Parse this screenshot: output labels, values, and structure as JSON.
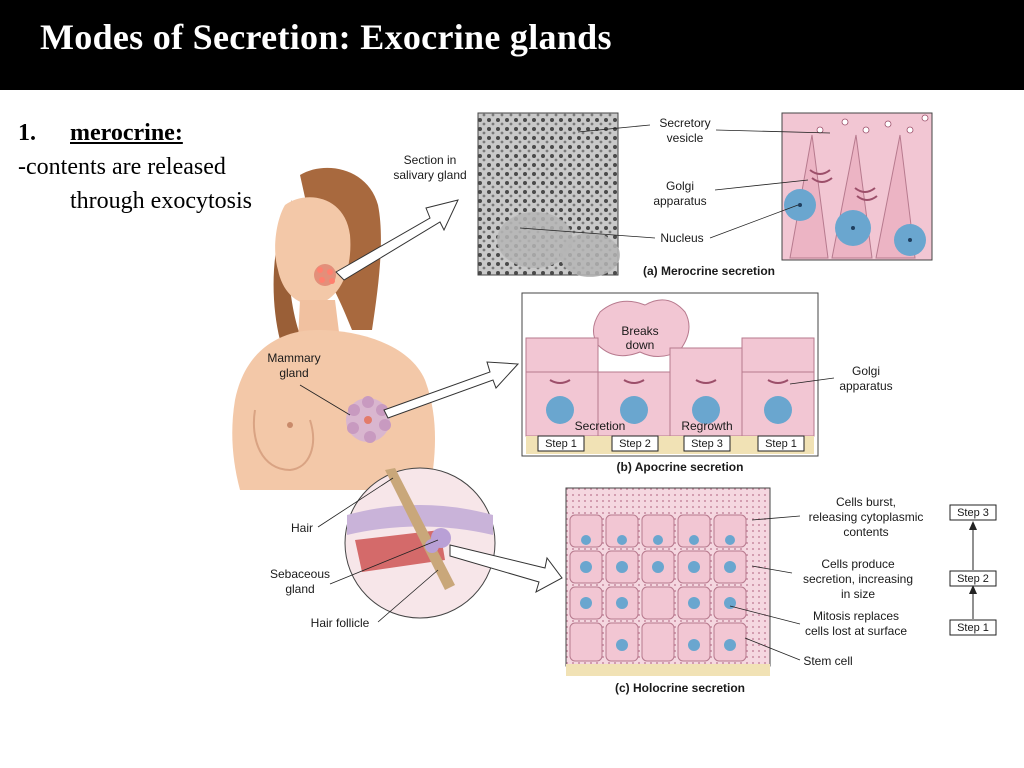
{
  "slide": {
    "title": "Modes of Secretion: Exocrine glands",
    "bullet_number": "1.",
    "bullet_heading": "merocrine:",
    "bullet_line1": "-contents are released",
    "bullet_line2": "through exocytosis"
  },
  "figure": {
    "body_labels": {
      "salivary": [
        "Section in",
        "salivary gland"
      ],
      "mammary": [
        "Mammary",
        "gland"
      ],
      "hair": "Hair",
      "sebaceous": [
        "Sebaceous",
        "gland"
      ],
      "follicle": "Hair follicle"
    },
    "merocrine": {
      "secretory_vesicle": [
        "Secretory",
        "vesicle"
      ],
      "golgi": [
        "Golgi",
        "apparatus"
      ],
      "nucleus": "Nucleus",
      "caption": "(a) Merocrine secretion"
    },
    "apocrine": {
      "breaks_down": [
        "Breaks",
        "down"
      ],
      "golgi": [
        "Golgi",
        "apparatus"
      ],
      "secretion": "Secretion",
      "regrowth": "Regrowth",
      "steps": [
        "Step 1",
        "Step 2",
        "Step 3",
        "Step 1"
      ],
      "caption": "(b) Apocrine secretion"
    },
    "holocrine": {
      "cells_burst": [
        "Cells burst,",
        "releasing cytoplasmic",
        "contents"
      ],
      "cells_produce": [
        "Cells produce",
        "secretion, increasing",
        "in size"
      ],
      "mitosis": [
        "Mitosis replaces",
        "cells lost at surface"
      ],
      "stem_cell": "Stem cell",
      "steps": [
        "Step 3",
        "Step 2",
        "Step 1"
      ],
      "caption": "(c) Holocrine secretion"
    }
  },
  "colors": {
    "title_bar": "#000000",
    "title_text": "#ffffff",
    "cell_pink": "#f2c6d3",
    "nucleus_blue": "#6aa6cf",
    "skin": "#f3c8a8",
    "hair": "#a8693e",
    "basement": "#f1e2b5"
  }
}
